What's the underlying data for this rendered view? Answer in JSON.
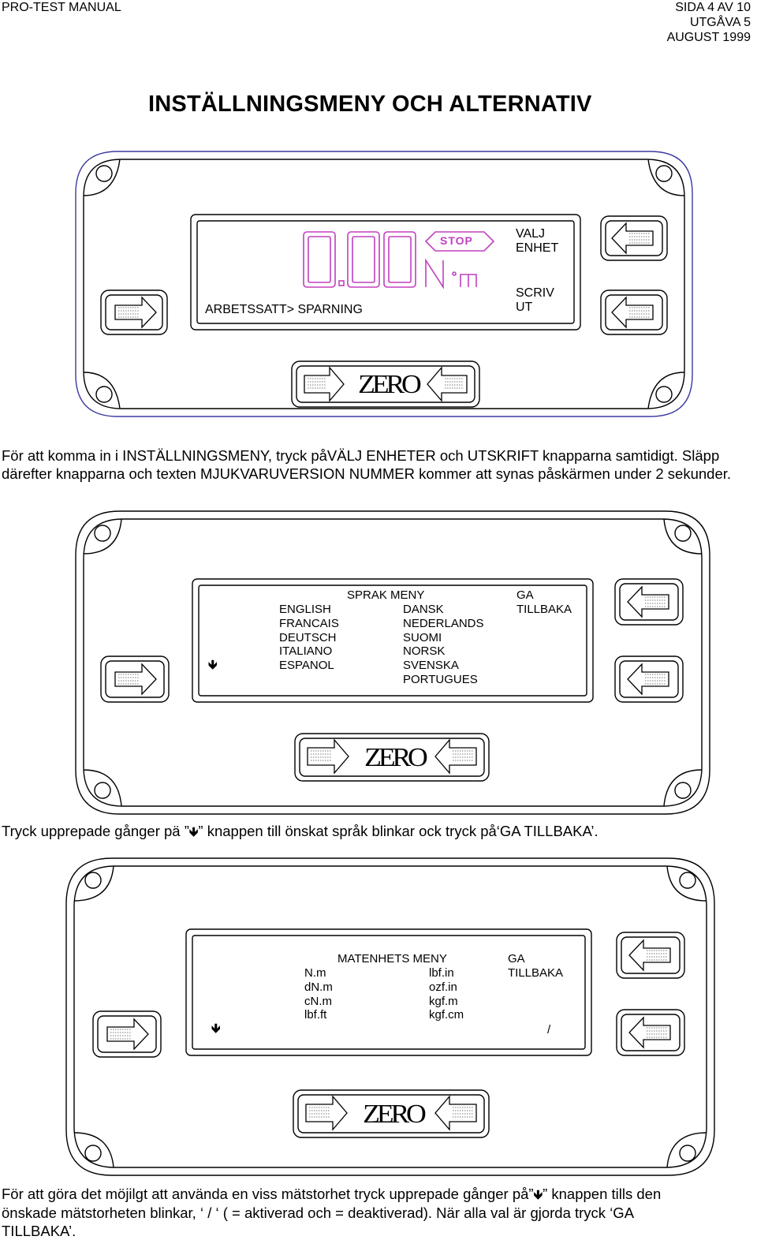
{
  "header": {
    "left": "PRO-TEST MANUAL",
    "right_lines": [
      "SIDA 4 AV 10",
      "UTGÅVA 5",
      "AUGUST 1999"
    ]
  },
  "title": "INSTÄLLNINGSMENY OCH ALTERNATIV",
  "device1": {
    "reading": "0.00",
    "stop_label": "STOP",
    "unit": "N·m",
    "right_top": [
      "VALJ",
      "ENHET"
    ],
    "right_bottom": [
      "SCRIV",
      "UT"
    ],
    "mode_line": "ARBETSSATT> SPARNING",
    "zero_label": "ZERO"
  },
  "para1": "För att komma in i INSTÄLLNINGSMENY, tryck påVÄLJ ENHETER och UTSKRIFT knapparna samtidigt. Släpp därefter knapparna och texten MJUKVARUVERSION NUMMER kommer att synas påskärmen under 2 sekunder.",
  "device2": {
    "menu_title": "SPRAK MENY",
    "back_lines": [
      "GA",
      "TILLBAKA"
    ],
    "col1": [
      "ENGLISH",
      "FRANCAIS",
      "DEUTSCH",
      "ITALIANO",
      "ESPANOL"
    ],
    "col2": [
      "DANSK",
      "NEDERLANDS",
      "SUOMI",
      "NORSK",
      "SVENSKA",
      "PORTUGUES"
    ],
    "down_arrow": "🡻",
    "zero_label": "ZERO"
  },
  "para2": {
    "before": "Tryck upprepade gånger pä ”",
    "arrow": "🡻",
    "after": "” knappen till önskat språk blinkar ock tryck på‘GA TILLBAKA’."
  },
  "device3": {
    "menu_title": "MATENHETS MENY",
    "back_lines": [
      "GA",
      "TILLBAKA"
    ],
    "col1": [
      "N.m",
      "dN.m",
      "cN.m",
      "lbf.ft"
    ],
    "col2": [
      "lbf.in",
      "ozf.in",
      "kgf.m",
      "kgf.cm"
    ],
    "slash": "/",
    "down_arrow": "🡻",
    "zero_label": "ZERO"
  },
  "para3": {
    "line1_before": "För att göra det möjilgt att använda en viss mätstorhet tryck upprepade gånger på”",
    "arrow": "🡻",
    "line1_after": "” knappen tills den",
    "line2": "önskade mätstorheten blinkar, ‘ / ‘ ( = aktiverad och = deaktiverad). När alla val är gjorda tryck ‘GA",
    "line3": "TILLBAKA’."
  }
}
